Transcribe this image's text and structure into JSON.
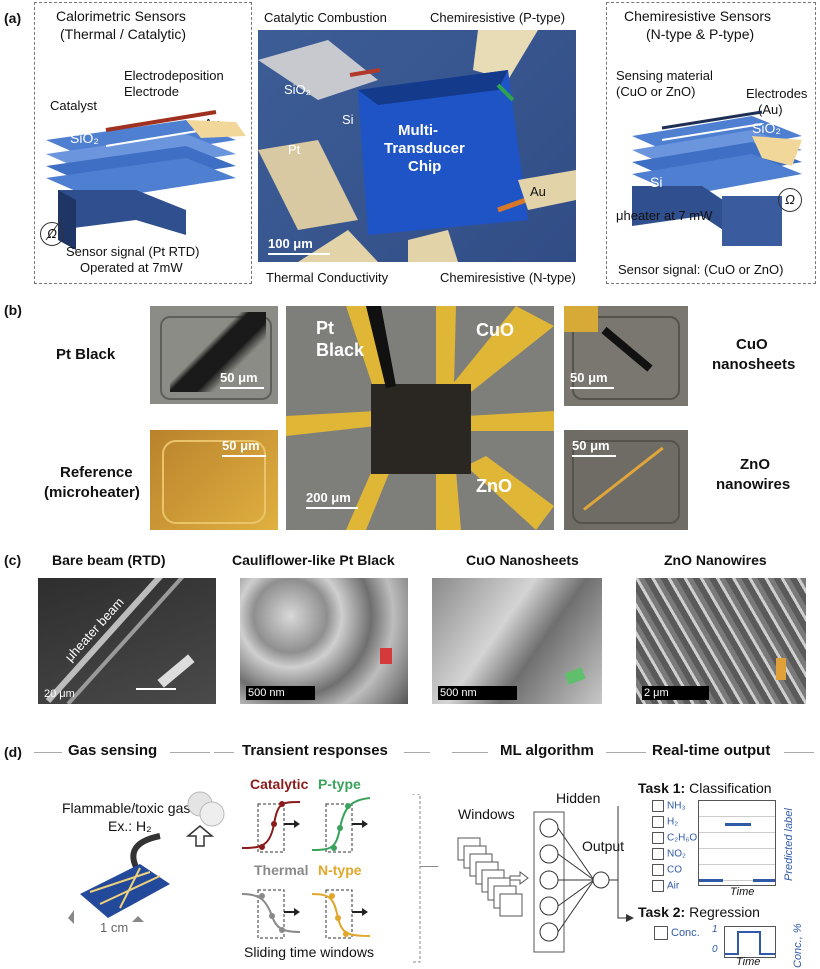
{
  "panel_a": {
    "letter": "(a)",
    "left_box": {
      "title_line1": "Calorimetric Sensors",
      "title_line2": "(Thermal / Catalytic)",
      "electrodeposition_line1": "Electrodeposition",
      "electrodeposition_line2": "Electrode",
      "catalyst": "Catalyst",
      "au": "Au",
      "sio2": "SiO₂",
      "si": "Si",
      "omega": "Ω",
      "signal_line1": "Sensor signal (Pt RTD)",
      "signal_line2": "Operated at 7mW"
    },
    "center": {
      "catalytic_combustion": "Catalytic Combustion",
      "chemiresistive_p": "Chemiresistive (P-type)",
      "chip_line1": "Multi-",
      "chip_line2": "Transducer",
      "chip_line3": "Chip",
      "sio2": "SiO₂",
      "si": "Si",
      "pt": "Pt",
      "au": "Au",
      "scale": "100 μm",
      "thermal_conductivity": "Thermal  Conductivity",
      "chemiresistive_n": "Chemiresistive (N-type)"
    },
    "right_box": {
      "title_line1": "Chemiresistive Sensors",
      "title_line2": "(N-type & P-type)",
      "sensing_line1": "Sensing material",
      "sensing_line2": "(CuO or ZnO)",
      "electrodes_line1": "Electrodes",
      "electrodes_line2": "(Au)",
      "sio2": "SiO₂",
      "si": "Si",
      "omega": "Ω",
      "uheater": "μheater at 7 mW",
      "signal": "Sensor signal: (CuO or ZnO)"
    }
  },
  "panel_b": {
    "letter": "(b)",
    "pt_black": "Pt Black",
    "reference_line1": "Reference",
    "reference_line2": "(microheater)",
    "cuo_line1": "CuO",
    "cuo_line2": "nanosheets",
    "zno_line1": "ZnO",
    "zno_line2": "nanowires",
    "scale_50": "50 μm",
    "scale_200": "200 μm",
    "center_pt": "Pt",
    "center_black": "Black",
    "center_cuo": "CuO",
    "center_zno": "ZnO"
  },
  "panel_c": {
    "letter": "(c)",
    "titles": [
      "Bare beam (RTD)",
      "Cauliflower-like Pt Black",
      "CuO Nanosheets",
      "ZnO Nanowires"
    ],
    "scales": [
      "20 μm",
      "500 nm",
      "500 nm",
      "2 μm"
    ],
    "uheater_beam": "μheater beam"
  },
  "panel_d": {
    "letter": "(d)",
    "headers": [
      "Gas sensing",
      "Transient responses",
      "ML algorithm",
      "Real-time output"
    ],
    "gas_line1": "Flammable/toxic gas",
    "gas_line2": "Ex.: H₂",
    "cm": "1 cm",
    "catalytic": "Catalytic",
    "ptype": "P-type",
    "thermal": "Thermal",
    "ntype": "N-type",
    "sliding": "Sliding  time windows",
    "windows": "Windows",
    "hidden": "Hidden",
    "output": "Output",
    "task1_bold": "Task 1:",
    "task1_rest": " Classification",
    "task2_bold": "Task 2:",
    "task2_rest": " Regression",
    "classes": [
      "NH₃",
      "H₂",
      "C₂H₆O",
      "NO₂",
      "CO",
      "Air"
    ],
    "time": "Time",
    "predicted_label": "Predicted label",
    "conc": "Conc.",
    "conc_axis": "Conc., %",
    "y1": "1",
    "y0": "0"
  },
  "colors": {
    "chip_blue": "#2b4f9e",
    "gold": "#e9b62c",
    "catalytic": "#8b1a1a",
    "ptype": "#3aa35b",
    "thermal": "#8a8a8a",
    "ntype": "#e0a72a",
    "accent_blue": "#2f5aa8"
  }
}
